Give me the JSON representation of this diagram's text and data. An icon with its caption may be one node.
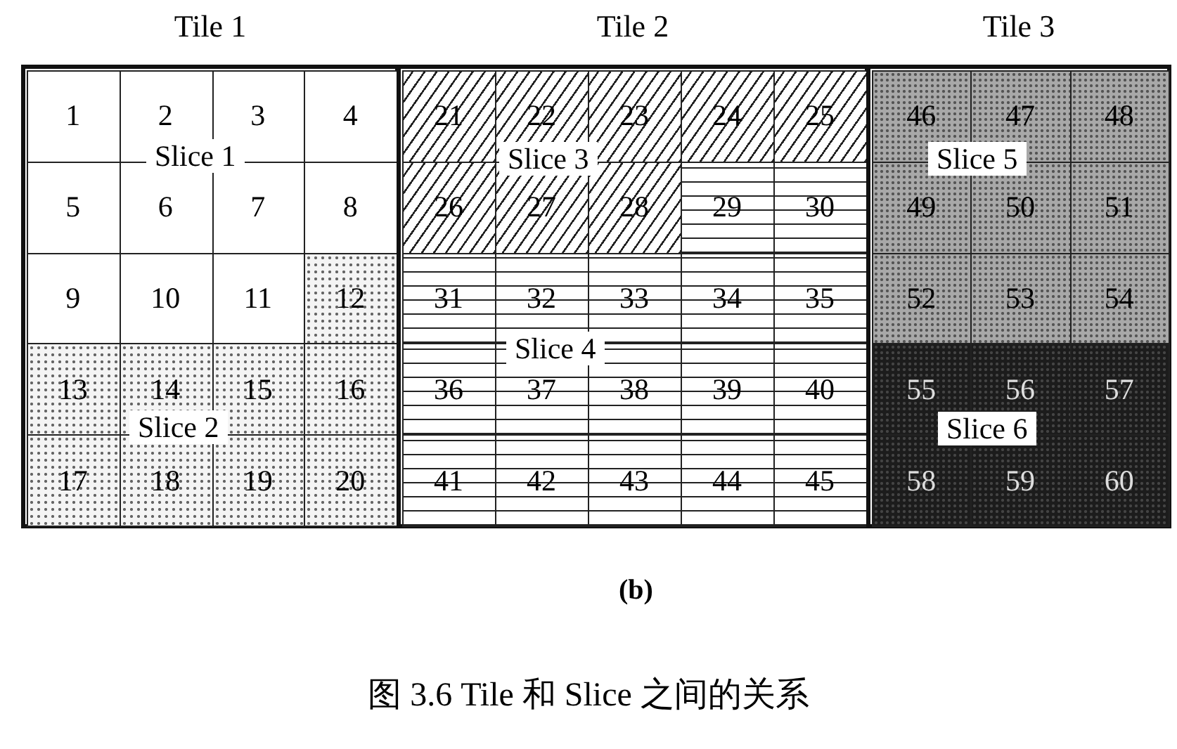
{
  "diagram": {
    "caption": "图 3.6 Tile 和 Slice 之间的关系",
    "nodes": [
      {
        "text": [
          "Tile 1"
        ]
      },
      {
        "text": [
          "1"
        ],
        "in": 0
      },
      {
        "text": [
          "2"
        ],
        "in": 0
      },
      {
        "text": [
          "3"
        ],
        "in": 0
      },
      {
        "text": [
          "4"
        ],
        "in": 0
      },
      {
        "text": [
          "5"
        ],
        "in": 0
      },
      {
        "text": [
          "6"
        ],
        "in": 0
      },
      {
        "text": [
          "7"
        ],
        "in": 0
      },
      {
        "text": [
          "8"
        ],
        "in": 0
      },
      {
        "text": [
          "9"
        ],
        "in": 0
      },
      {
        "text": [
          "10"
        ],
        "in": 0
      },
      {
        "text": [
          "11"
        ],
        "in": 0
      },
      {
        "text": [
          "12"
        ],
        "in": 0
      },
      {
        "text": [
          "13"
        ],
        "in": 0
      },
      {
        "text": [
          "14"
        ],
        "in": 0
      },
      {
        "text": [
          "15"
        ],
        "in": 0
      },
      {
        "text": [
          "16"
        ],
        "in": 0
      },
      {
        "text": [
          "17"
        ],
        "in": 0
      },
      {
        "text": [
          "18"
        ],
        "in": 0
      },
      {
        "text": [
          "19"
        ],
        "in": 0
      },
      {
        "text": [
          "20"
        ],
        "in": 0
      },
      {
        "text": [
          "Tile 2"
        ]
      },
      {
        "text": [
          "21"
        ],
        "in": 21
      },
      {
        "text": [
          "22"
        ],
        "in": 21
      },
      {
        "text": [
          "23"
        ],
        "in": 21
      },
      {
        "text": [
          "24"
        ],
        "in": 21
      },
      {
        "text": [
          "25"
        ],
        "in": 21
      },
      {
        "text": [
          "26"
        ],
        "in": 21
      },
      {
        "text": [
          "27"
        ],
        "in": 21
      },
      {
        "text": [
          "28"
        ],
        "in": 21
      },
      {
        "text": [
          "29"
        ],
        "in": 21
      },
      {
        "text": [
          "30"
        ],
        "in": 21
      },
      {
        "text": [
          "31"
        ],
        "in": 21
      },
      {
        "text": [
          "32"
        ],
        "in": 21
      },
      {
        "text": [
          "33"
        ],
        "in": 21
      },
      {
        "text": [
          "34"
        ],
        "in": 21
      },
      {
        "text": [
          "35"
        ],
        "in": 21
      },
      {
        "text": [
          "36"
        ],
        "in": 21
      },
      {
        "text": [
          "37"
        ],
        "in": 21
      },
      {
        "text": [
          "38"
        ],
        "in": 21
      },
      {
        "text": [
          "39"
        ],
        "in": 21
      },
      {
        "text": [
          "40"
        ],
        "in": 21
      },
      {
        "text": [
          "41"
        ],
        "in": 21
      },
      {
        "text": [
          "42"
        ],
        "in": 21
      },
      {
        "text": [
          "43"
        ],
        "in": 21
      },
      {
        "text": [
          "44"
        ],
        "in": 21
      },
      {
        "text": [
          "45"
        ],
        "in": 21
      },
      {
        "text": [
          "Tile 3"
        ]
      },
      {
        "text": [
          "46"
        ],
        "in": 47
      },
      {
        "text": [
          "47"
        ],
        "in": 47
      },
      {
        "text": [
          "48"
        ],
        "in": 47
      },
      {
        "text": [
          "49"
        ],
        "in": 47
      },
      {
        "text": [
          "50"
        ],
        "in": 47
      },
      {
        "text": [
          "51"
        ],
        "in": 47
      },
      {
        "text": [
          "52"
        ],
        "in": 47
      },
      {
        "text": [
          "53"
        ],
        "in": 47
      },
      {
        "text": [
          "54"
        ],
        "in": 47
      },
      {
        "text": [
          "55"
        ],
        "in": 47
      },
      {
        "text": [
          "56"
        ],
        "in": 47
      },
      {
        "text": [
          "57"
        ],
        "in": 47
      },
      {
        "text": [
          "58"
        ],
        "in": 47
      },
      {
        "text": [
          "59"
        ],
        "in": 47
      },
      {
        "text": [
          "60"
        ],
        "in": 47
      }
    ],
    "labels": [
      "Slice 1",
      "Slice 2",
      "Slice 3",
      "Slice 4",
      "Slice 5",
      "Slice 6",
      "(b)"
    ]
  }
}
